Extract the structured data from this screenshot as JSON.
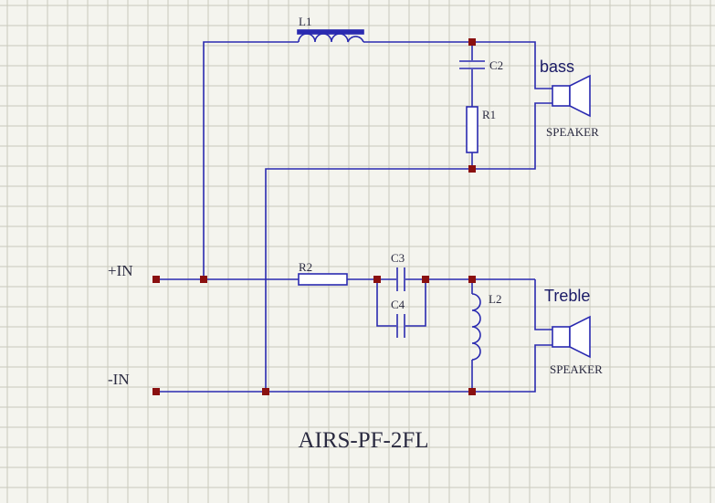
{
  "title": "AIRS-PF-2FL",
  "terminals": {
    "plus_in": "+IN",
    "minus_in": "-IN"
  },
  "components": {
    "L1": "L1",
    "C2": "C2",
    "R1": "R1",
    "R2": "R2",
    "C3": "C3",
    "C4": "C4",
    "L2": "L2"
  },
  "speakers": {
    "bass": {
      "caption": "bass",
      "label": "SPEAKER"
    },
    "treble": {
      "caption": "Treble",
      "label": "SPEAKER"
    }
  },
  "colors": {
    "wire": "#2a2ab0",
    "junction": "#8a1010",
    "grid": "#c9c9bc",
    "background": "#f4f4ee",
    "component_fill": "#ffffff",
    "text": "#2a2a40",
    "caption": "#1a1a66"
  }
}
